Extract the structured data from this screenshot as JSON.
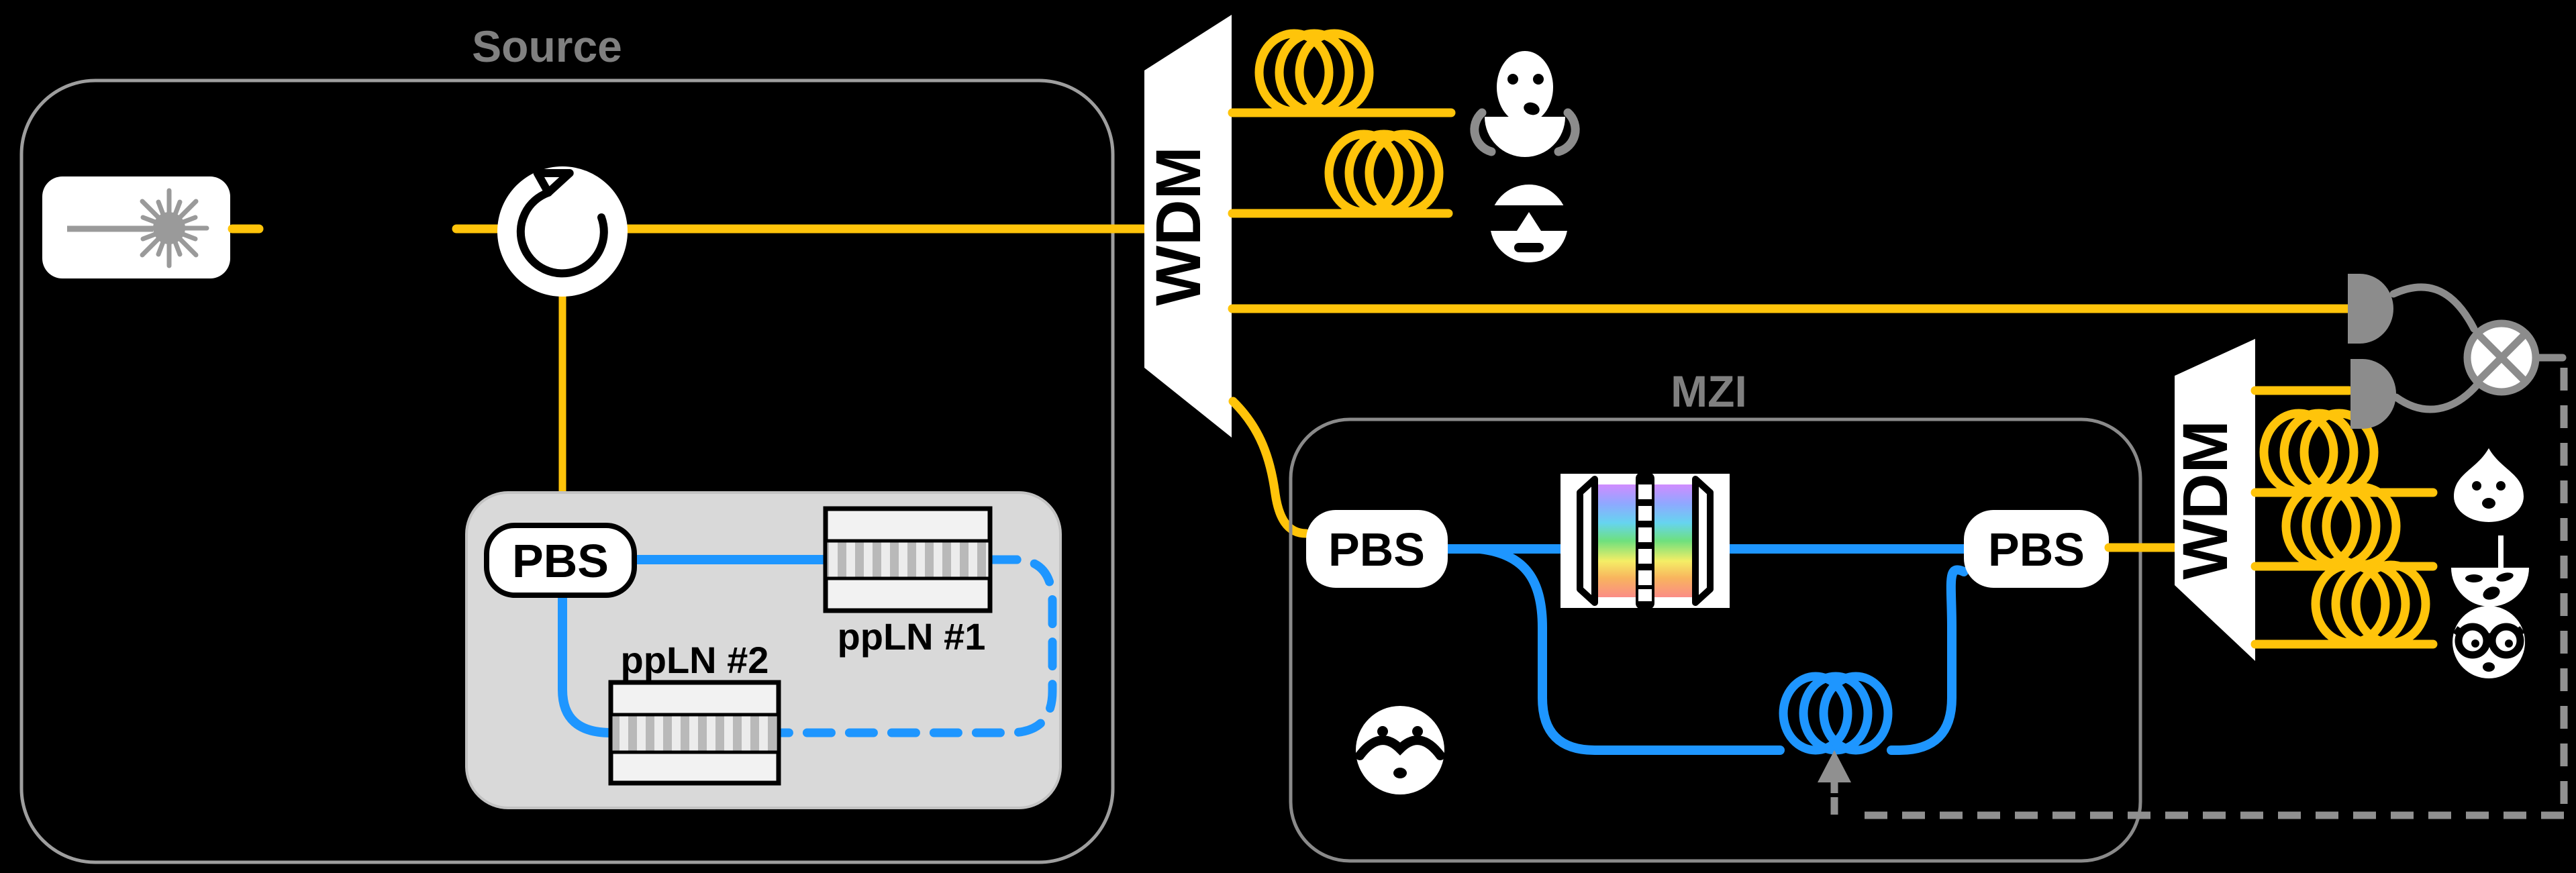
{
  "labels": {
    "source": "Source",
    "mzi": "MZI",
    "wdm": "WDM",
    "pbs": "PBS",
    "ppln1": "ppLN #1",
    "ppln2": "ppLN #2"
  },
  "colors": {
    "background": "#000000",
    "fiber_yellow": "#ffc40a",
    "polarization_blue": "#1e96ff",
    "hardware_gray": "#8c8c8c",
    "label_gray": "#808080"
  },
  "modules": {
    "source_box": {
      "title": "Source",
      "components": [
        "laser-icon",
        "circulator-icon",
        "pbs",
        "ppln-crystal-1",
        "ppln-crystal-2",
        "sagnac-gray-panel"
      ]
    },
    "left_wdm": {
      "label": "WDM",
      "outputs": [
        "fiber-spool-to-headset-user",
        "fiber-spool-to-shades-user",
        "long-fiber-to-top-detector",
        "curved-fiber-to-mzi"
      ]
    },
    "mzi_box": {
      "title": "MZI",
      "components": [
        "pbs-in",
        "pulse-shaper-icon",
        "delay-fiber-spool-blue",
        "pbs-out",
        "mustache-user-icon",
        "feedback-arrow"
      ]
    },
    "right_wdm": {
      "label": "WDM",
      "outputs": [
        "fiber-to-bottom-detector",
        "fiber-spool-to-baby-user",
        "fiber-spool-to-bangs-user",
        "fiber-spool-to-glasses-user"
      ]
    },
    "detection": {
      "components": [
        "detector-top",
        "detector-bottom",
        "coincidence-unit",
        "dashed-feedback-line"
      ]
    },
    "users": [
      "headset-user",
      "shades-user",
      "mustache-user",
      "baby-user",
      "bangs-user",
      "glasses-user"
    ]
  }
}
